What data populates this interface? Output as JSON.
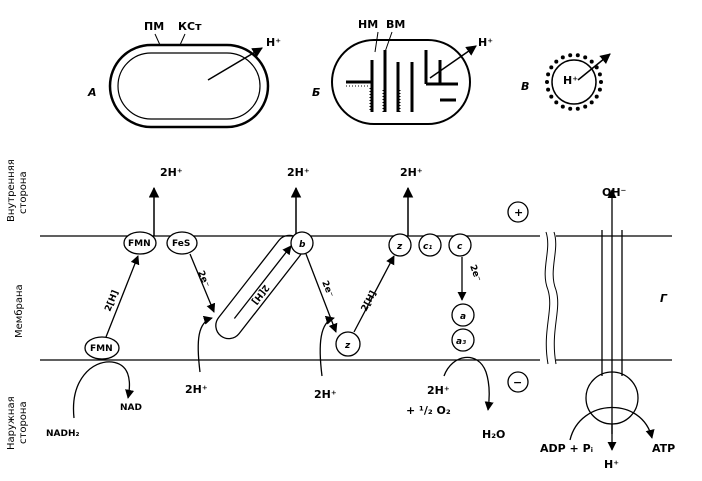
{
  "panel_labels": {
    "a": "А",
    "b": "Б",
    "v": "В",
    "g": "Г"
  },
  "panel_a": {
    "pm": "ПМ",
    "kst": "КСт",
    "proton": "H⁺"
  },
  "panel_b": {
    "nm": "НМ",
    "vm": "ВМ",
    "proton": "H⁺"
  },
  "panel_v": {
    "proton": "H⁺"
  },
  "sides": {
    "inner": "Внутренняя сторона",
    "inner_l1": "Внутренняя",
    "inner_l2": "сторона",
    "membrane": "Мембрана",
    "outer": "Наружная сторона",
    "outer_l1": "Наружная",
    "outer_l2": "сторона"
  },
  "top_protons": [
    "2H⁺",
    "2H⁺",
    "2H⁺"
  ],
  "bottom_protons": [
    "2H⁺",
    "2H⁺",
    "2H⁺"
  ],
  "components": {
    "fmn_top": "FMN",
    "fes": "FeS",
    "b": "b",
    "z1": "z",
    "c1": "c₁",
    "c": "c",
    "a": "a",
    "a3": "a₃",
    "fmn_bottom": "FMN",
    "z2": "z"
  },
  "arrows": {
    "h2_1": "2[H]",
    "h2_2": "2[H]",
    "h2_3": "2[H]",
    "e1": "2e⁻",
    "e2": "2e⁻",
    "e3": "2e⁻"
  },
  "substrates": {
    "nadh": "NADH₂",
    "nad": "NAD",
    "oxygen": "+ ¹/₂ O₂",
    "water": "H₂O",
    "adp": "ADP + Pᵢ",
    "atp": "ATP",
    "oh": "OH⁻",
    "h_out": "H⁺"
  },
  "charges": {
    "plus": "+",
    "minus": "−"
  }
}
